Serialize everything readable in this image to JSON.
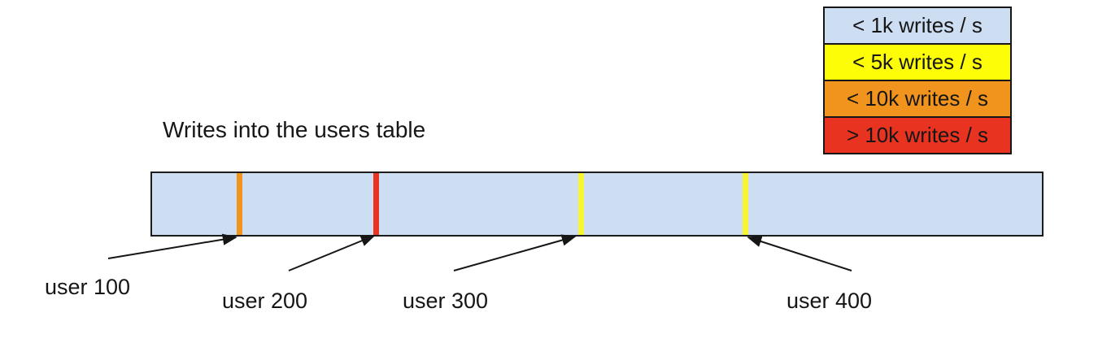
{
  "title": "Writes into the users table",
  "legend": {
    "items": [
      {
        "label": "< 1k writes / s",
        "color": "#cdddf2"
      },
      {
        "label": "< 5k writes / s",
        "color": "#fdfd08"
      },
      {
        "label": "< 10k writes / s",
        "color": "#f0941d"
      },
      {
        "label": "> 10k writes / s",
        "color": "#e7331f"
      }
    ]
  },
  "diagram": {
    "bar_color": "#cdddf2",
    "markers": [
      {
        "label": "user 100",
        "color": "#f0941d",
        "x_pct": "9.5"
      },
      {
        "label": "user 200",
        "color": "#e7331f",
        "x_pct": "24.9"
      },
      {
        "label": "user 300",
        "color": "#f8f532",
        "x_pct": "47.9"
      },
      {
        "label": "user 400",
        "color": "#f8f532",
        "x_pct": "66.4"
      }
    ]
  }
}
